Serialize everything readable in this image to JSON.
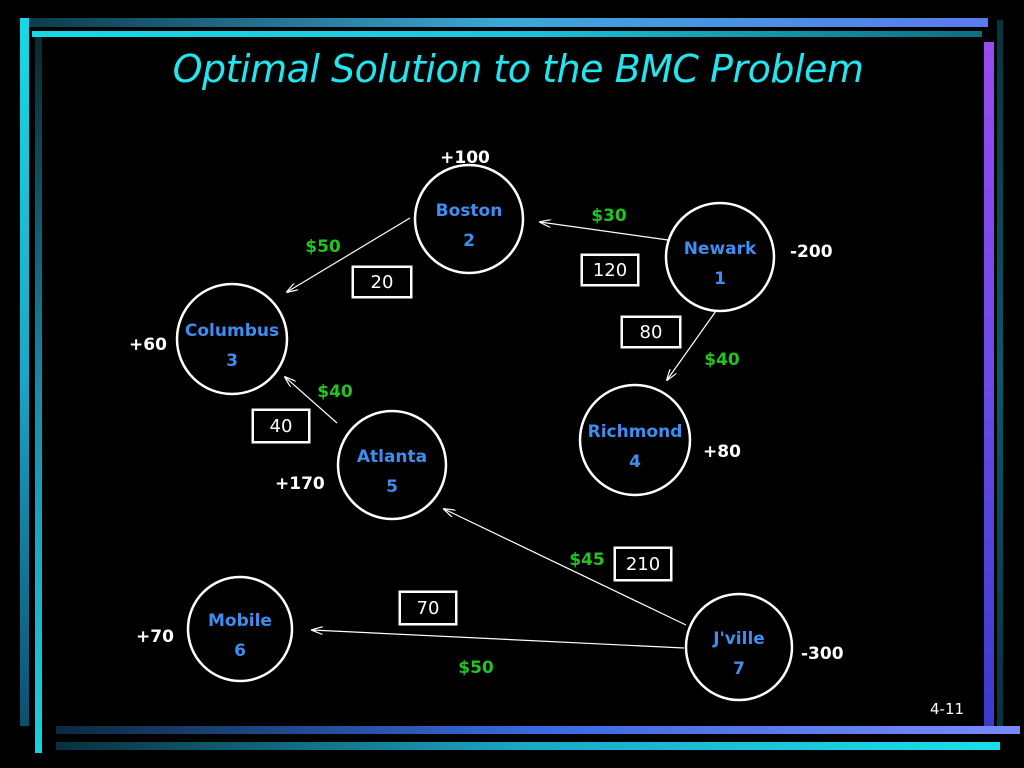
{
  "slide": {
    "title": "Optimal Solution to the BMC Problem",
    "number": "4-11"
  },
  "colors": {
    "title": "#22e6ef",
    "node_label": "#3d8ef0",
    "cost": "#22c422",
    "text": "#ffffff",
    "background": "#000000"
  },
  "nodes": [
    {
      "id": "1",
      "name": "Newark",
      "number": "1",
      "supply": "-200"
    },
    {
      "id": "2",
      "name": "Boston",
      "number": "2",
      "supply": "+100"
    },
    {
      "id": "3",
      "name": "Columbus",
      "number": "3",
      "supply": "+60"
    },
    {
      "id": "4",
      "name": "Richmond",
      "number": "4",
      "supply": "+80"
    },
    {
      "id": "5",
      "name": "Atlanta",
      "number": "5",
      "supply": "+170"
    },
    {
      "id": "6",
      "name": "Mobile",
      "number": "6",
      "supply": "+70"
    },
    {
      "id": "7",
      "name": "J'ville",
      "number": "7",
      "supply": "-300"
    }
  ],
  "edges": [
    {
      "from": "1",
      "to": "2",
      "cost": "$30",
      "flow": "120"
    },
    {
      "from": "2",
      "to": "3",
      "cost": "$50",
      "flow": "20"
    },
    {
      "from": "1",
      "to": "4",
      "cost": "$40",
      "flow": "80"
    },
    {
      "from": "5",
      "to": "3",
      "cost": "$40",
      "flow": "40"
    },
    {
      "from": "7",
      "to": "5",
      "cost": "$45",
      "flow": "210"
    },
    {
      "from": "7",
      "to": "6",
      "cost": "$50",
      "flow": "70"
    }
  ]
}
